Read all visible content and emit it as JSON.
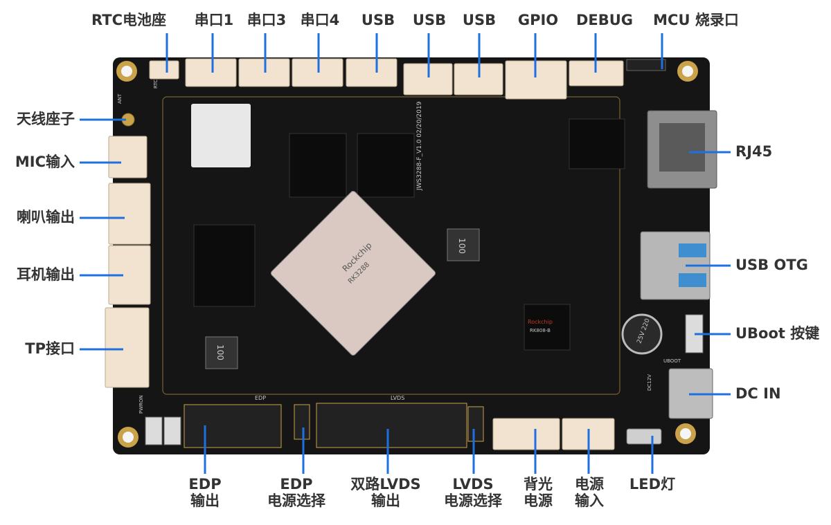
{
  "colors": {
    "leader": "#1e6fe0",
    "label": "#333333",
    "board": "#151515",
    "silk": "#c9c9c9",
    "gold": "#c9a24a",
    "connector": "#f1e3cf"
  },
  "labels": {
    "top": [
      {
        "text": "RTC电池座"
      },
      {
        "text": "串口1"
      },
      {
        "text": "串口3"
      },
      {
        "text": "串口4"
      },
      {
        "text": "USB"
      },
      {
        "text": "USB"
      },
      {
        "text": "USB"
      },
      {
        "text": "GPIO"
      },
      {
        "text": "DEBUG"
      },
      {
        "text": "MCU 烧录口"
      }
    ],
    "left": [
      {
        "text": "天线座子"
      },
      {
        "text": "MIC输入"
      },
      {
        "text": "喇叭输出"
      },
      {
        "text": "耳机输出"
      },
      {
        "text": "TP接口"
      }
    ],
    "right": [
      {
        "text": "RJ45"
      },
      {
        "text": "USB OTG"
      },
      {
        "text": "UBoot 按键"
      },
      {
        "text": "DC IN"
      }
    ],
    "bottom": [
      {
        "line1": "EDP",
        "line2": "输出"
      },
      {
        "line1": "EDP",
        "line2": "电源选择"
      },
      {
        "line1": "双路LVDS",
        "line2": "输出"
      },
      {
        "line1": "LVDS",
        "line2": "电源选择"
      },
      {
        "line1": "背光",
        "line2": "电源"
      },
      {
        "line1": "电源",
        "line2": "输入"
      },
      {
        "line1": "LED灯",
        "line2": ""
      }
    ]
  },
  "silkscreen": {
    "board_id": "JWS3288-F_V1.0 02/20/2019",
    "soc_brand": "Rockchip",
    "soc_part": "RK3288",
    "mcu_brand": "Rockchip",
    "mcu_part": "RK808-B",
    "inductor_a": "100",
    "inductor_b": "100",
    "cap_text": "25V 220",
    "edp": "EDP",
    "lvds": "LVDS",
    "pwron": "PWRON",
    "uboot": "UBOOT",
    "dc12v": "DC12V",
    "ant": "ANT",
    "rtc": "RTC"
  }
}
